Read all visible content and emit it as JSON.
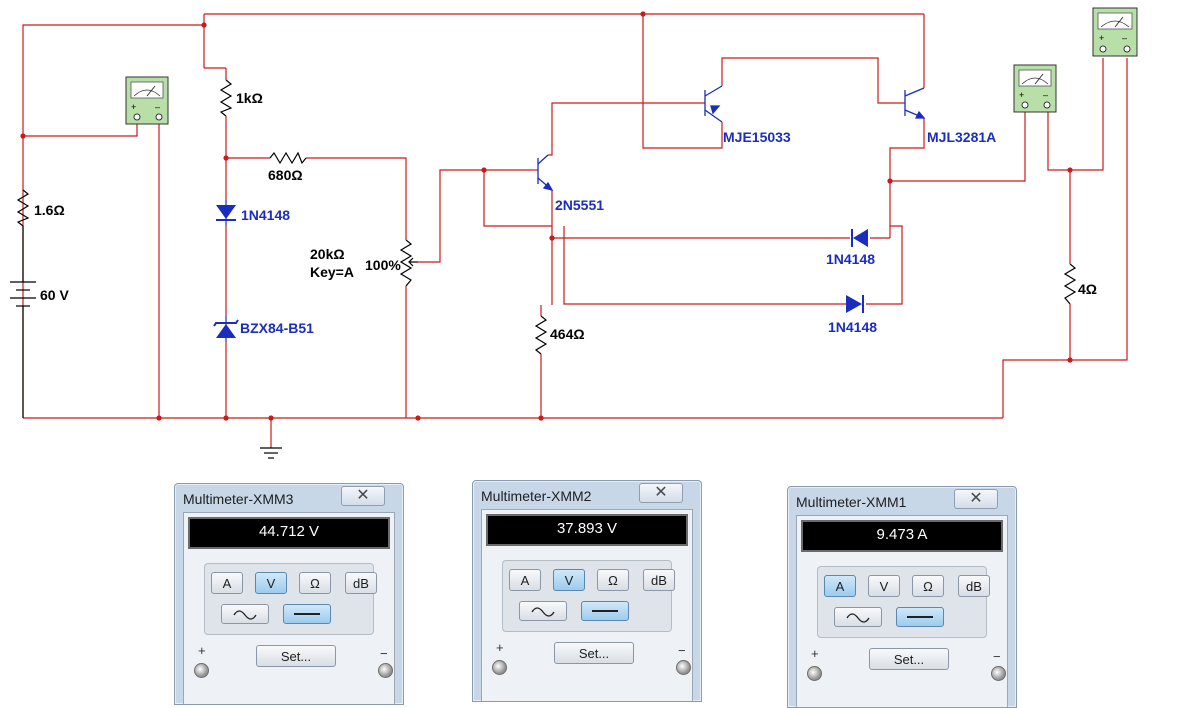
{
  "schematic": {
    "components": {
      "r_1_6": "1.6Ω",
      "battery": "60 V",
      "r_1k": "1kΩ",
      "r_680": "680Ω",
      "diode_d1": "1N4148",
      "zener": "BZX84-B51",
      "pot_value": "20kΩ",
      "pot_key": "Key=A",
      "pot_percent": "100%",
      "q_2n5551": "2N5551",
      "r_464": "464Ω",
      "q_mje": "MJE15033",
      "q_mjl": "MJL3281A",
      "diode_d2": "1N4148",
      "diode_d3": "1N4148",
      "r_load": "4Ω"
    },
    "colors": {
      "wire": "#cc1a1a",
      "label_part": "#1a2dbf",
      "label_value": "#000000"
    }
  },
  "multimeters": [
    {
      "title": "Multimeter-XMM3",
      "reading": "44.712 V",
      "active_mode": "V",
      "active_wave": "dc"
    },
    {
      "title": "Multimeter-XMM2",
      "reading": "37.893 V",
      "active_mode": "V",
      "active_wave": "dc"
    },
    {
      "title": "Multimeter-XMM1",
      "reading": "9.473 A",
      "active_mode": "A",
      "active_wave": "dc"
    }
  ],
  "multimeter_controls": {
    "mode_buttons": [
      "A",
      "V",
      "Ω",
      "dB"
    ],
    "set_label": "Set...",
    "plus_sign": "+",
    "minus_sign": "−",
    "close_glyph": "✕"
  }
}
